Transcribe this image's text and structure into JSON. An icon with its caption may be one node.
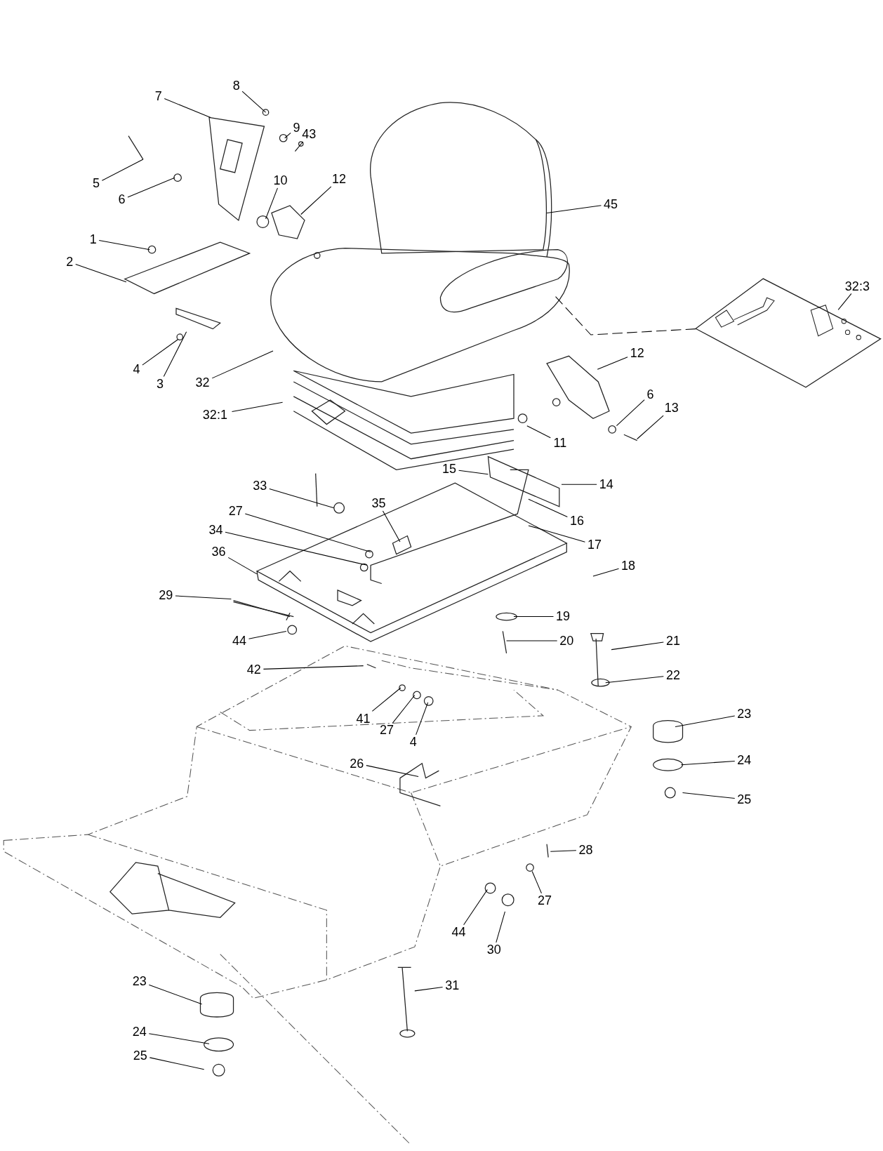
{
  "diagram": {
    "nodes": [
      {
        "text": [
          "7"
        ]
      },
      {
        "text": [
          "8"
        ]
      },
      {
        "text": [
          "9"
        ]
      },
      {
        "text": [
          "43"
        ]
      },
      {
        "text": [
          "5"
        ]
      },
      {
        "text": [
          "6"
        ]
      },
      {
        "text": [
          "10"
        ]
      },
      {
        "text": [
          "12"
        ]
      },
      {
        "text": [
          "45"
        ]
      },
      {
        "text": [
          "1"
        ]
      },
      {
        "text": [
          "2"
        ]
      },
      {
        "text": [
          "4"
        ]
      },
      {
        "text": [
          "3"
        ]
      },
      {
        "text": [
          "32"
        ]
      },
      {
        "text": [
          "32:1"
        ]
      },
      {
        "text": [
          "32:3"
        ]
      },
      {
        "text": [
          "12"
        ]
      },
      {
        "text": [
          "6"
        ]
      },
      {
        "text": [
          "13"
        ]
      },
      {
        "text": [
          "11"
        ]
      },
      {
        "text": [
          "15"
        ]
      },
      {
        "text": [
          "33"
        ]
      },
      {
        "text": [
          "35"
        ]
      },
      {
        "text": [
          "14"
        ]
      },
      {
        "text": [
          "16"
        ]
      },
      {
        "text": [
          "27"
        ]
      },
      {
        "text": [
          "34"
        ]
      },
      {
        "text": [
          "17"
        ]
      },
      {
        "text": [
          "36"
        ]
      },
      {
        "text": [
          "18"
        ]
      },
      {
        "text": [
          "29"
        ]
      },
      {
        "text": [
          "19"
        ]
      },
      {
        "text": [
          "44"
        ]
      },
      {
        "text": [
          "20"
        ]
      },
      {
        "text": [
          "21"
        ]
      },
      {
        "text": [
          "22"
        ]
      },
      {
        "text": [
          "42"
        ]
      },
      {
        "text": [
          "41"
        ]
      },
      {
        "text": [
          "27"
        ]
      },
      {
        "text": [
          "4"
        ]
      },
      {
        "text": [
          "23"
        ]
      },
      {
        "text": [
          "26"
        ]
      },
      {
        "text": [
          "24"
        ]
      },
      {
        "text": [
          "25"
        ]
      },
      {
        "text": [
          "28"
        ]
      },
      {
        "text": [
          "27"
        ]
      },
      {
        "text": [
          "44"
        ]
      },
      {
        "text": [
          "30"
        ]
      },
      {
        "text": [
          "31"
        ]
      },
      {
        "text": [
          "23"
        ]
      },
      {
        "text": [
          "24"
        ]
      },
      {
        "text": [
          "25"
        ]
      },
      {
        "text": [],
        "shape": "box"
      }
    ],
    "edges": [
      {
        "from": 0,
        "to": null,
        "arrow": "none"
      },
      {
        "from": 1,
        "to": null,
        "arrow": "none"
      },
      {
        "from": 2,
        "to": null,
        "arrow": "none"
      },
      {
        "from": 3,
        "to": null,
        "arrow": "none"
      },
      {
        "from": 4,
        "to": null,
        "arrow": "none"
      },
      {
        "from": 5,
        "to": null,
        "arrow": "none"
      },
      {
        "from": 6,
        "to": null,
        "arrow": "none"
      },
      {
        "from": 7,
        "to": null,
        "arrow": "none"
      },
      {
        "from": 8,
        "to": null,
        "arrow": "none"
      },
      {
        "from": 9,
        "to": null,
        "arrow": "none"
      },
      {
        "from": 10,
        "to": null,
        "arrow": "none"
      },
      {
        "from": 11,
        "to": null,
        "arrow": "none"
      },
      {
        "from": 12,
        "to": null,
        "arrow": "none"
      },
      {
        "from": 13,
        "to": null,
        "arrow": "none"
      },
      {
        "from": 14,
        "to": null,
        "arrow": "none"
      },
      {
        "from": 15,
        "to": 52,
        "arrow": "none"
      },
      {
        "from": 16,
        "to": null,
        "arrow": "none"
      },
      {
        "from": 17,
        "to": null,
        "arrow": "none"
      },
      {
        "from": 18,
        "to": null,
        "arrow": "none"
      },
      {
        "from": 19,
        "to": null,
        "arrow": "none"
      },
      {
        "from": 20,
        "to": null,
        "arrow": "none"
      },
      {
        "from": 21,
        "to": null,
        "arrow": "none"
      },
      {
        "from": 22,
        "to": null,
        "arrow": "none"
      },
      {
        "from": 23,
        "to": null,
        "arrow": "none"
      },
      {
        "from": 24,
        "to": null,
        "arrow": "none"
      },
      {
        "from": 25,
        "to": null,
        "arrow": "none"
      },
      {
        "from": 26,
        "to": null,
        "arrow": "none"
      },
      {
        "from": 27,
        "to": null,
        "arrow": "none"
      },
      {
        "from": 28,
        "to": null,
        "arrow": "none"
      },
      {
        "from": 29,
        "to": null,
        "arrow": "none"
      },
      {
        "from": 30,
        "to": null,
        "arrow": "none"
      },
      {
        "from": 31,
        "to": null,
        "arrow": "none"
      },
      {
        "from": 32,
        "to": null,
        "arrow": "none"
      },
      {
        "from": 33,
        "to": null,
        "arrow": "none"
      },
      {
        "from": 34,
        "to": null,
        "arrow": "none"
      },
      {
        "from": 35,
        "to": null,
        "arrow": "none"
      },
      {
        "from": 36,
        "to": null,
        "arrow": "none"
      },
      {
        "from": 37,
        "to": null,
        "arrow": "none"
      },
      {
        "from": 38,
        "to": null,
        "arrow": "none"
      },
      {
        "from": 39,
        "to": null,
        "arrow": "none"
      },
      {
        "from": 40,
        "to": null,
        "arrow": "none"
      },
      {
        "from": 41,
        "to": null,
        "arrow": "none"
      },
      {
        "from": 42,
        "to": null,
        "arrow": "none"
      },
      {
        "from": 43,
        "to": null,
        "arrow": "none"
      },
      {
        "from": 44,
        "to": null,
        "arrow": "none"
      },
      {
        "from": 45,
        "to": null,
        "arrow": "none"
      },
      {
        "from": 46,
        "to": null,
        "arrow": "none"
      },
      {
        "from": 47,
        "to": null,
        "arrow": "none"
      },
      {
        "from": 48,
        "to": null,
        "arrow": "none"
      },
      {
        "from": 49,
        "to": null,
        "arrow": "none"
      },
      {
        "from": 50,
        "to": null,
        "arrow": "none"
      },
      {
        "from": 51,
        "to": null,
        "arrow": "none"
      },
      {
        "from": 52,
        "to": null,
        "arrow": "none",
        "style": "dashed"
      }
    ]
  }
}
